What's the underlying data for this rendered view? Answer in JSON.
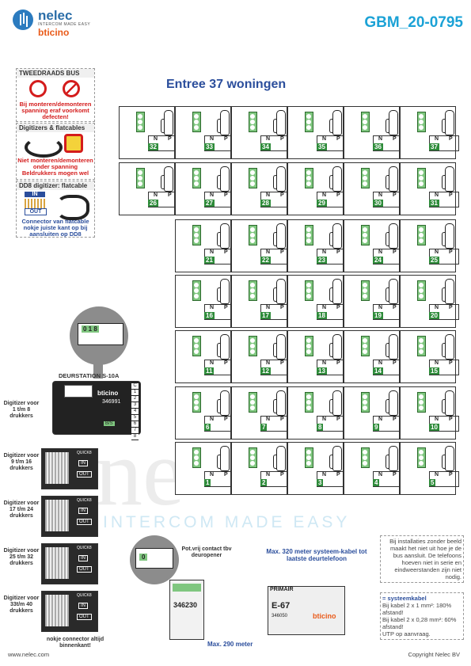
{
  "header": {
    "brand_name": "nelec",
    "brand_tagline": "INTERCOM MADE EASY",
    "brand_partner": "bticino",
    "doc_id": "GBM_20-0795"
  },
  "title": "Entree 37 woningen",
  "panels": [
    {
      "title": "TWEEDRAADS BUS",
      "text": "Bij monteren/demonteren spanning eraf voorkomt defecten!"
    },
    {
      "title": "Digitizers & flatcables",
      "text": "Niet monteren/demonteren onder spanning Beldrukkers mogen wel"
    },
    {
      "title": "DD8 digitizer: flatcable",
      "in": "IN",
      "out": "OUT",
      "text": "Connector van flatcable nokje juiste kant op bij aansluiten op DD8"
    }
  ],
  "door_station": {
    "label": "DEURSTATION S-10A",
    "model": "346991",
    "brand": "bticino",
    "display": "0 1 8",
    "terminals": [
      "C",
      "1",
      "2",
      "3",
      "4",
      "5",
      "6",
      "7",
      "8"
    ],
    "bus_label": "B/S"
  },
  "digitizers": [
    {
      "label": "Digitizer voor 1 t/m 8 drukkers"
    },
    {
      "label": "Digitizer voor 9 t/m 16 drukkers"
    },
    {
      "label": "Digitizer voor 17 t/m 24 drukkers"
    },
    {
      "label": "Digitizer voor 25 t/m 32 drukkers"
    },
    {
      "label": "Digitizer voor 33t/m 40 drukkers"
    }
  ],
  "digitizer_tags": {
    "brand": "QUICK8",
    "in": "IN",
    "out": "OUT"
  },
  "nokje_note": "nokje connector altijd binnenkant!",
  "relay": {
    "model": "346230",
    "contact_label": "Pot.vrij contact tbv deuropener",
    "display": "0"
  },
  "power": {
    "model": "E-67",
    "primary": "PRIMAIR",
    "ref": "346050",
    "brand": "bticino"
  },
  "max_system": "Max. 320 meter systeem-kabel tot laatste deurtelefoon",
  "max_290": "Max. 290 meter",
  "info_box": "Bij installaties zonder beeld maakt het niet uit hoe je de bus aansluit. De telefoons hoeven niet in serie en eindweerstanden zijn niet nodig.",
  "cable_box": {
    "title": "= systeemkabel",
    "l1": "Bij kabel 2 x 1 mm²: 180% afstand!",
    "l2": "Bij kabel 2 x 0,28 mm²: 60% afstand!",
    "l3": "UTP op aanvraag."
  },
  "footer": {
    "left": "www.nelec.com",
    "right": "Copyright Nelec BV"
  },
  "apartments": [
    {
      "n": "32"
    },
    {
      "n": "33"
    },
    {
      "n": "34"
    },
    {
      "n": "35"
    },
    {
      "n": "36"
    },
    {
      "n": "37"
    },
    {
      "n": "26"
    },
    {
      "n": "27"
    },
    {
      "n": "28"
    },
    {
      "n": "29"
    },
    {
      "n": "30"
    },
    {
      "n": "31"
    },
    {
      "n": "21"
    },
    {
      "n": "22"
    },
    {
      "n": "23"
    },
    {
      "n": "24"
    },
    {
      "n": "25"
    },
    {
      "n": "16"
    },
    {
      "n": "17"
    },
    {
      "n": "18"
    },
    {
      "n": "19"
    },
    {
      "n": "20"
    },
    {
      "n": "11"
    },
    {
      "n": "12"
    },
    {
      "n": "13"
    },
    {
      "n": "14"
    },
    {
      "n": "15"
    },
    {
      "n": "6"
    },
    {
      "n": "7"
    },
    {
      "n": "8"
    },
    {
      "n": "9"
    },
    {
      "n": "10"
    },
    {
      "n": "1"
    },
    {
      "n": "2"
    },
    {
      "n": "3"
    },
    {
      "n": "4"
    },
    {
      "n": "5"
    }
  ],
  "np_labels": {
    "n": "N",
    "p": "P"
  }
}
